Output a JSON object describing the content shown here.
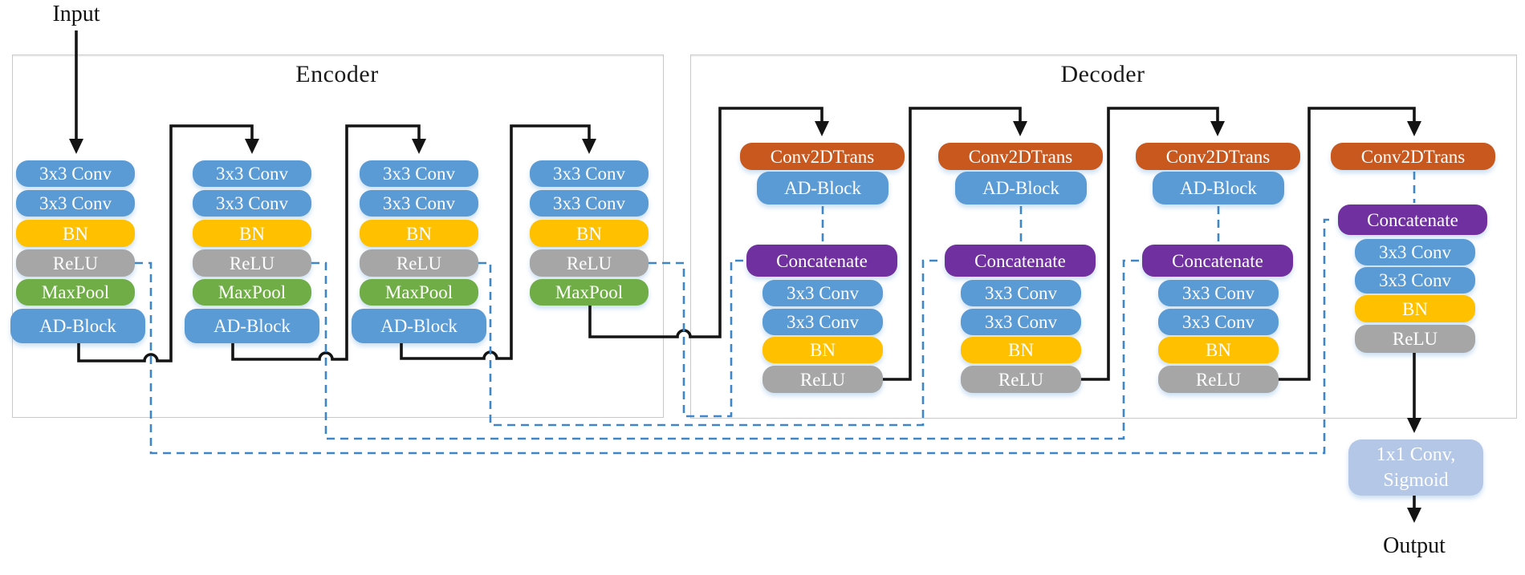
{
  "diagram": {
    "input_label": "Input",
    "output_label": "Output",
    "encoder": {
      "title": "Encoder",
      "columns": [
        {
          "blocks": [
            "3x3 Conv",
            "3x3 Conv",
            "BN",
            "ReLU",
            "MaxPool",
            "AD-Block"
          ]
        },
        {
          "blocks": [
            "3x3 Conv",
            "3x3 Conv",
            "BN",
            "ReLU",
            "MaxPool",
            "AD-Block"
          ]
        },
        {
          "blocks": [
            "3x3 Conv",
            "3x3 Conv",
            "BN",
            "ReLU",
            "MaxPool",
            "AD-Block"
          ]
        },
        {
          "blocks": [
            "3x3 Conv",
            "3x3 Conv",
            "BN",
            "ReLU",
            "MaxPool"
          ]
        }
      ]
    },
    "decoder": {
      "title": "Decoder",
      "columns": [
        {
          "blocks": [
            "Conv2DTrans",
            "AD-Block",
            "Concatenate",
            "3x3 Conv",
            "3x3 Conv",
            "BN",
            "ReLU"
          ]
        },
        {
          "blocks": [
            "Conv2DTrans",
            "AD-Block",
            "Concatenate",
            "3x3 Conv",
            "3x3 Conv",
            "BN",
            "ReLU"
          ]
        },
        {
          "blocks": [
            "Conv2DTrans",
            "AD-Block",
            "Concatenate",
            "3x3 Conv",
            "3x3 Conv",
            "BN",
            "ReLU"
          ]
        },
        {
          "blocks": [
            "Conv2DTrans",
            "Concatenate",
            "3x3 Conv",
            "3x3 Conv",
            "BN",
            "ReLU"
          ]
        }
      ]
    },
    "final_block": {
      "line1": "1x1 Conv,",
      "line2": "Sigmoid"
    },
    "skip_connections": [
      {
        "from": "encoder-stage-1-relu",
        "to": "decoder-stage-4-concatenate"
      },
      {
        "from": "encoder-stage-2-relu",
        "to": "decoder-stage-3-concatenate"
      },
      {
        "from": "encoder-stage-3-relu",
        "to": "decoder-stage-2-concatenate"
      },
      {
        "from": "encoder-stage-4-relu",
        "to": "decoder-stage-1-concatenate"
      }
    ],
    "colors": {
      "conv_blue": "#5B9BD5",
      "bn_yellow": "#FFC000",
      "relu_gray": "#A6A6A6",
      "maxpool_green": "#70AD47",
      "conv2dtrans_orange": "#C9581E",
      "concatenate_purple": "#7030A0",
      "sigmoid_lightblue": "#B4C7E7",
      "skip_line_blue": "#3E86C8",
      "flow_line_black": "#141414",
      "frame_border_gray": "#C9C9C9"
    }
  }
}
